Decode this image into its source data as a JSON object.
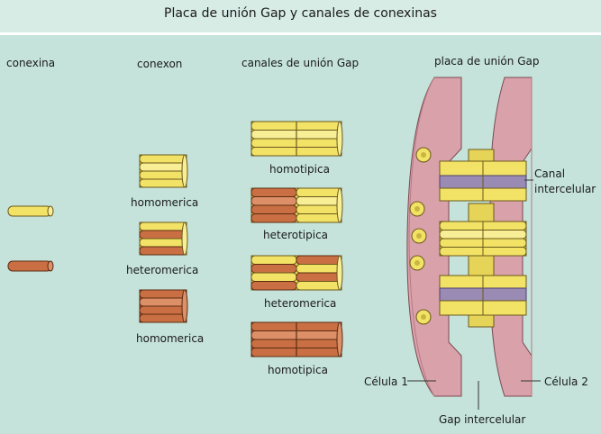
{
  "title": "Placa de unión Gap y canales de conexinas",
  "columns": {
    "conexina": "conexina",
    "conexon": "conexon",
    "canales": "canales de unión Gap",
    "placa": "placa de unión Gap"
  },
  "conexon_labels": [
    "homomerica",
    "heteromerica",
    "homomerica"
  ],
  "canal_labels": [
    "homotipica",
    "heterotipica",
    "heteromerica",
    "homotipica"
  ],
  "placa_labels": {
    "canal_line1": "Canal",
    "canal_line2": "intercelular",
    "celula1": "Célula 1",
    "celula2": "Célula 2",
    "gap": "Gap intercelular"
  },
  "colors": {
    "background": "#c5e3da",
    "header": "#d8ece6",
    "yellow_connexin": "#f2e266",
    "orange_connexin": "#c96f43",
    "membrane": "#d9a1a9",
    "channel_lumen": "#9a8bb5"
  }
}
